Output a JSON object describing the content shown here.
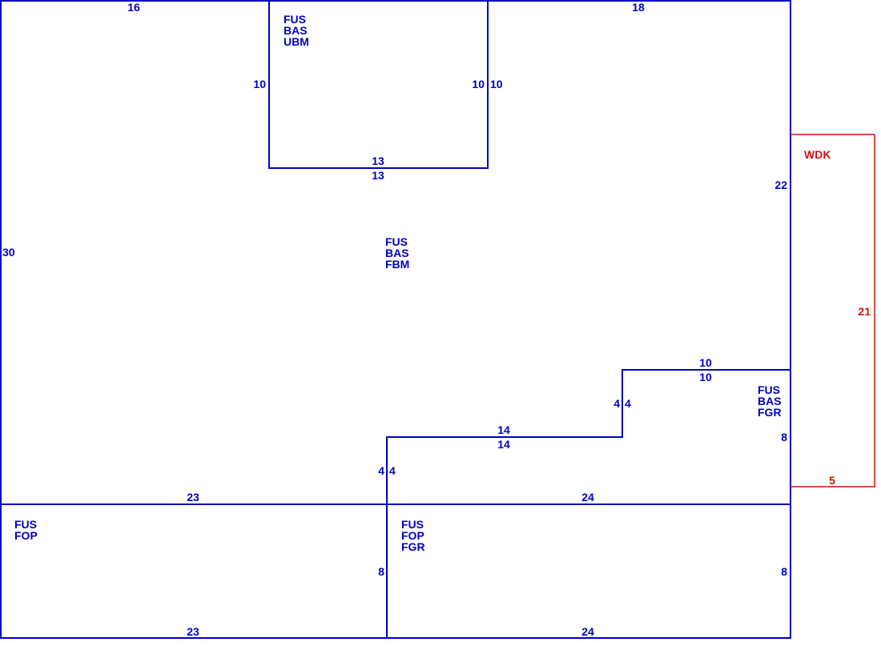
{
  "colors": {
    "main": "#0000c0",
    "deck": "#d01010",
    "background": "#ffffff"
  },
  "areas": {
    "upper_main": [
      "FUS",
      "BAS",
      "UBM"
    ],
    "first_main": [
      "FUS",
      "BAS",
      "FBM"
    ],
    "garage_upper": [
      "FUS",
      "BAS",
      "FGR"
    ],
    "porch": [
      "FUS",
      "FOP"
    ],
    "garage_porch": [
      "FUS",
      "FOP",
      "FGR"
    ],
    "deck": "WDK"
  },
  "dims": {
    "top_left": "16",
    "top_right": "18",
    "left_side": "30",
    "upper_left": "10",
    "upper_right_inner": "10",
    "upper_right_outer": "10",
    "upper_bottom_above": "13",
    "upper_bottom_below": "13",
    "right_side": "22",
    "step1_top_above": "10",
    "step1_top_below": "10",
    "step1_vert_left": "4",
    "step1_vert_right": "4",
    "step2_top_above": "14",
    "step2_top_below": "14",
    "step2_vert_left": "4",
    "step2_vert_right": "4",
    "garage_right": "8",
    "bottom_left_above": "23",
    "bottom_right_above": "24",
    "porch_mid": "8",
    "porch_right": "8",
    "porch_bottom_left": "23",
    "porch_bottom_right": "24",
    "deck_side": "21",
    "deck_bottom": "5"
  }
}
